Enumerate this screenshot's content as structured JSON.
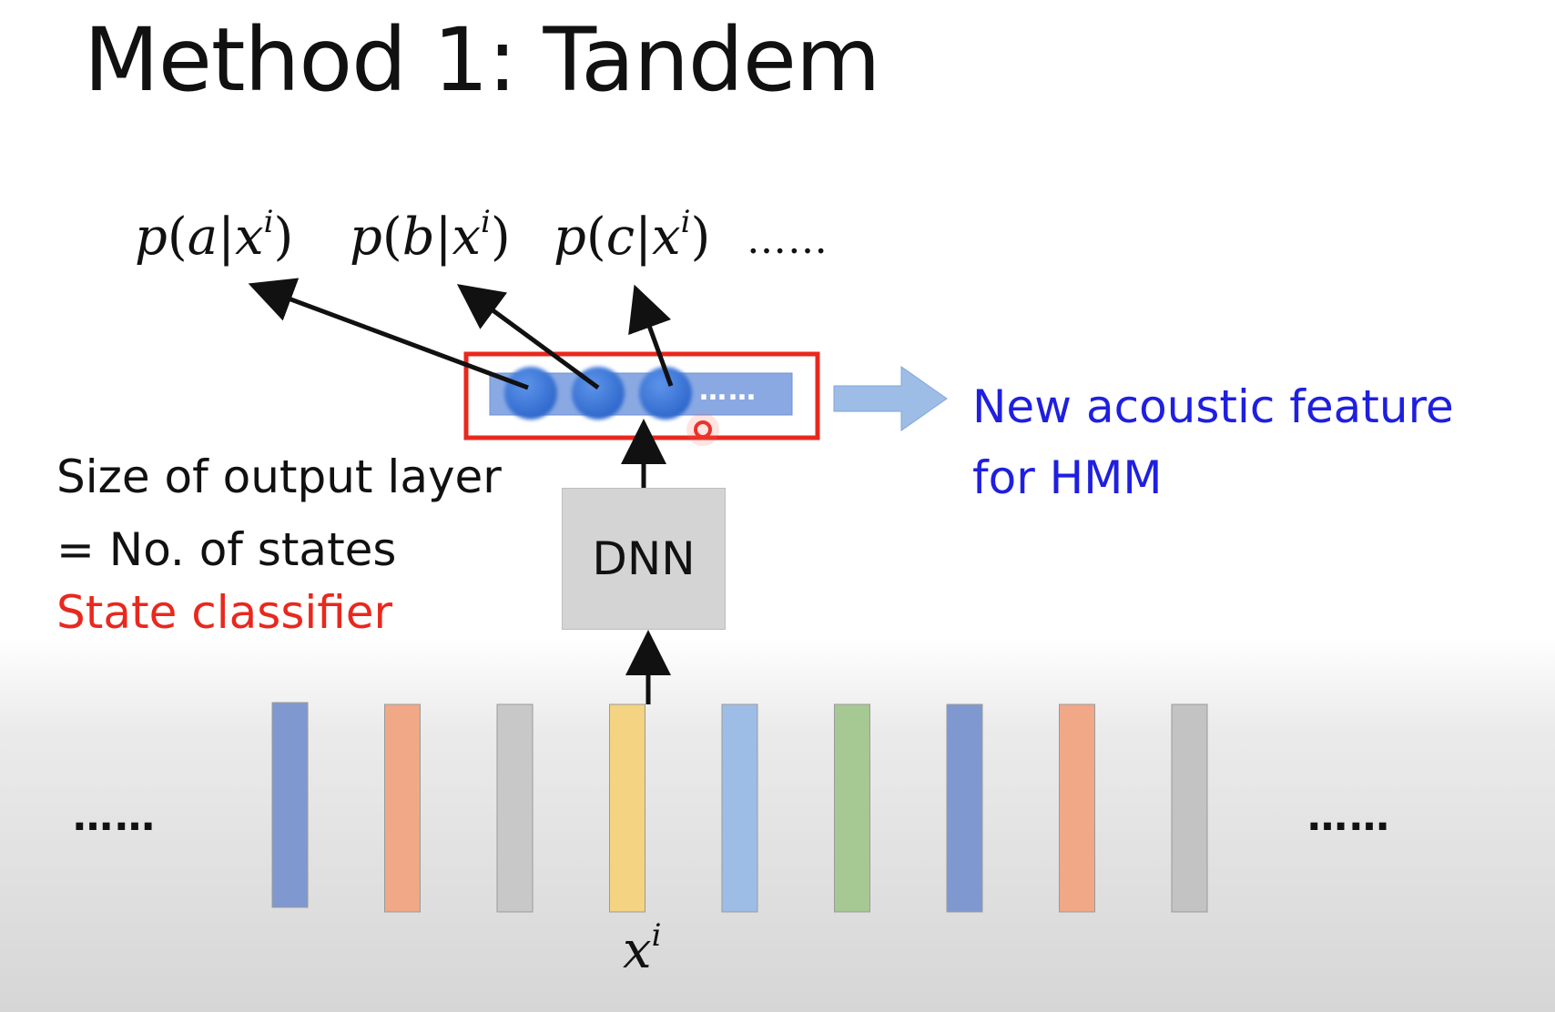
{
  "slide": {
    "title": "Method 1: Tandem"
  },
  "probabilities": [
    {
      "p": "p",
      "open": "(",
      "state": "a",
      "bar": "|",
      "x": "x",
      "sup": "i",
      "close": ")"
    },
    {
      "p": "p",
      "open": "(",
      "state": "b",
      "bar": "|",
      "x": "x",
      "sup": "i",
      "close": ")"
    },
    {
      "p": "p",
      "open": "(",
      "state": "c",
      "bar": "|",
      "x": "x",
      "sup": "i",
      "close": ")"
    }
  ],
  "probabilities_ellipsis": "……",
  "output_layer": {
    "ellipsis": "……",
    "highlight_color": "#e8281e",
    "node_color": "#2f6fd6"
  },
  "dnn": {
    "label": "DNN"
  },
  "feature_label": {
    "line1": "New acoustic feature",
    "line2": "for HMM",
    "color": "#1f1fe0"
  },
  "size_note": {
    "line1": "Size of output layer",
    "line2": "= No. of states"
  },
  "classifier_label": {
    "text": "State classifier",
    "color": "#e8281e"
  },
  "sequence": {
    "left_ellipsis": "……",
    "right_ellipsis": "……",
    "input_label_base": "x",
    "input_label_sup": "i",
    "frame_colors": [
      "#7f98cf",
      "#f0a887",
      "#c8c8c8",
      "#f4d482",
      "#9dbde6",
      "#a6c893",
      "#7f98cf",
      "#f0a887",
      "#c3c3c3"
    ],
    "selected_index": 3
  }
}
